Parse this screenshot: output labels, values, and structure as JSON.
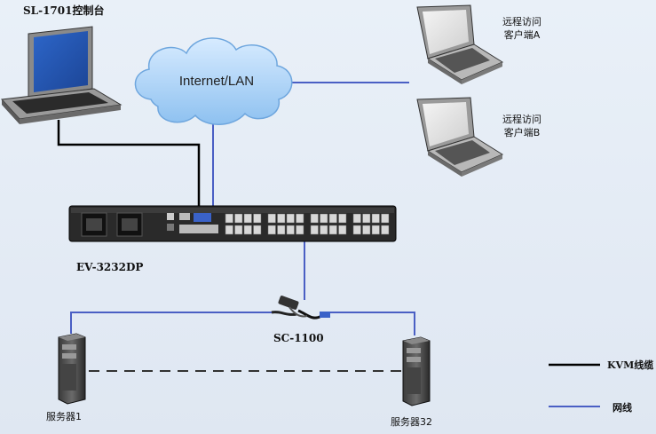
{
  "cloud": {
    "label": "Internet/LAN"
  },
  "console": {
    "label": "SL-1701控制台"
  },
  "kvm_switch": {
    "label": "EV-3232DP"
  },
  "adapter": {
    "label": "SC-1100"
  },
  "client_a": {
    "line1": "远程访问",
    "line2": "客户端A"
  },
  "client_b": {
    "line1": "远程访问",
    "line2": "客户端B"
  },
  "server_1": {
    "label": "服务器1"
  },
  "server_32": {
    "label": "服务器32"
  },
  "legend": {
    "kvm_line": "KVM线缆",
    "network_line": "网线"
  },
  "colors": {
    "kvm_cable": "#000000",
    "network_cable": "#4a5fc4"
  }
}
